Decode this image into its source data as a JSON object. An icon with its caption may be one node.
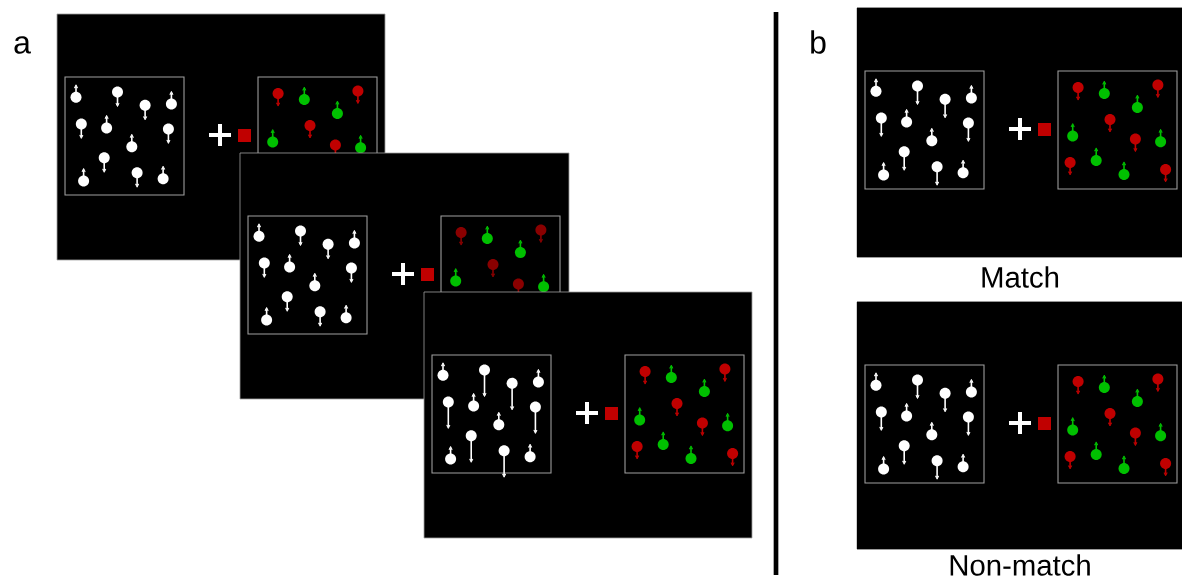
{
  "diagram": {
    "labels": [
      "a",
      "b",
      "Match",
      "Non-match"
    ]
  }
}
